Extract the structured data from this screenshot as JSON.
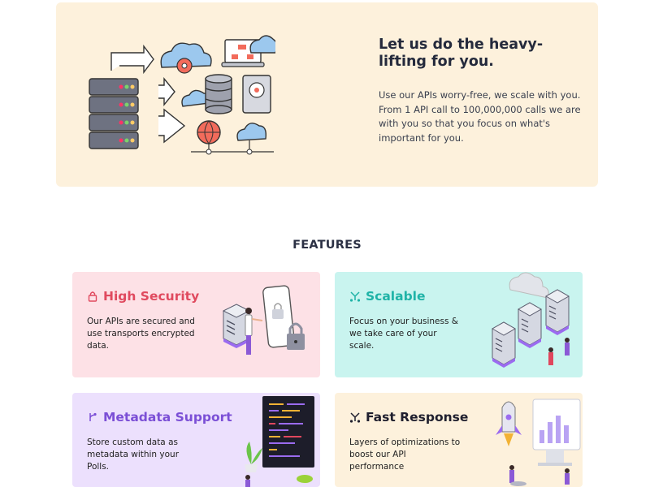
{
  "hero": {
    "title": "Let us do the heavy-lifting for you.",
    "body": "Use our APIs worry-free, we scale with you. From 1 API call to 100,000,000 calls we are with you so that you focus on what's important for you."
  },
  "features": {
    "heading": "FEATURES",
    "cards": [
      {
        "title": "High Security",
        "description": "Our APIs are secured and use transports encrypted data.",
        "icon": "lock-icon",
        "color": "#e04a5f"
      },
      {
        "title": "Scalable",
        "description": "Focus on your business & we take care of your scale.",
        "icon": "scale-icon",
        "color": "#1fb3a7"
      },
      {
        "title": "Metadata Support",
        "description": "Store custom data as metadata within your Polls.",
        "icon": "branch-icon",
        "color": "#7b4fd6"
      },
      {
        "title": "Fast Response",
        "description": "Layers of optimizations to boost our API performance",
        "icon": "speed-icon",
        "color": "#1f1f2e"
      }
    ]
  },
  "colors": {
    "hero_bg": "#fdf1dc",
    "security_bg": "#fde1e6",
    "scalable_bg": "#c9f4ef",
    "metadata_bg": "#ece0fd",
    "fast_bg": "#fdf1dc"
  }
}
